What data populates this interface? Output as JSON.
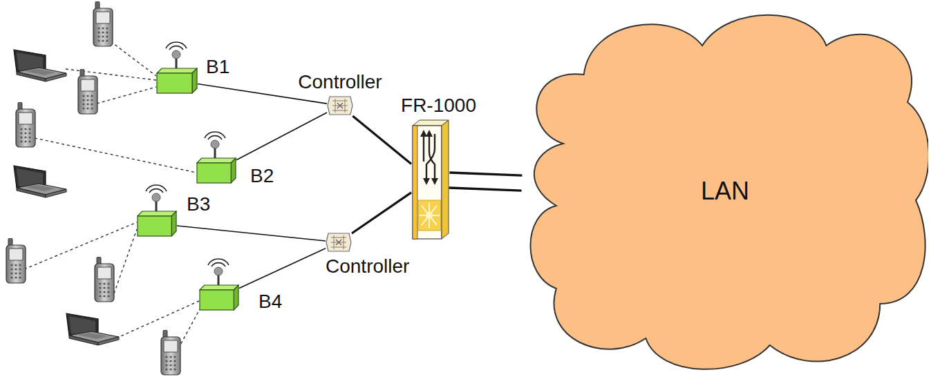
{
  "diagram": {
    "nodes": [
      {
        "text": [
          "B1"
        ]
      },
      {
        "text": [
          "Controller"
        ]
      },
      {
        "text": [
          "FR-1000"
        ]
      },
      {
        "text": [
          "LAN"
        ]
      },
      {
        "text": [
          "B2"
        ]
      },
      {
        "text": [
          "B3"
        ]
      },
      {
        "text": [
          "Controller"
        ]
      },
      {
        "text": [
          "B4"
        ]
      }
    ],
    "edges": [
      {
        "from": 0,
        "to": 1,
        "arrow": "none"
      },
      {
        "from": 4,
        "to": 1,
        "arrow": "none"
      },
      {
        "from": 1,
        "to": 2,
        "arrow": "none"
      },
      {
        "from": 5,
        "to": 6,
        "arrow": "none"
      },
      {
        "from": 7,
        "to": 6,
        "arrow": "none"
      },
      {
        "from": 6,
        "to": 2,
        "arrow": "none"
      },
      {
        "from": 2,
        "to": 3,
        "arrow": "none"
      }
    ]
  }
}
